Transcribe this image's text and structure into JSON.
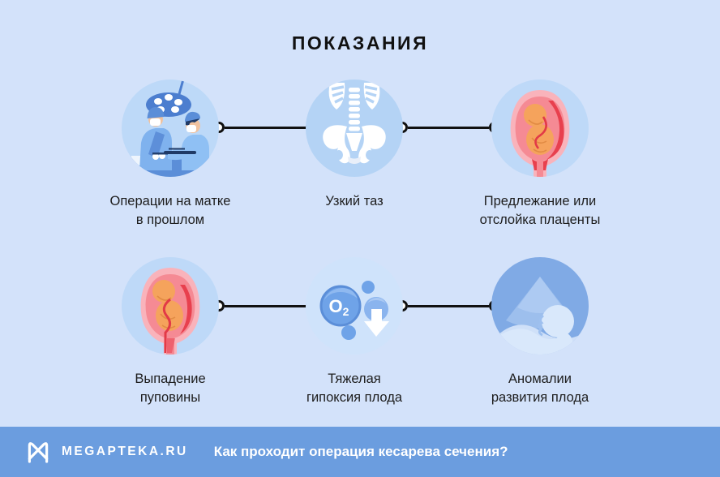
{
  "title": "ПОКАЗАНИЯ",
  "cards": [
    {
      "icon": "surgeons-operation-icon",
      "lines": [
        "Операции на матке",
        "в прошлом"
      ]
    },
    {
      "icon": "narrow-pelvis-icon",
      "lines": [
        "Узкий таз"
      ]
    },
    {
      "icon": "placenta-previa-icon",
      "lines": [
        "Предлежание или",
        "отслойка плаценты"
      ]
    },
    {
      "icon": "cord-prolapse-icon",
      "lines": [
        "Выпадение",
        "пуповины"
      ]
    },
    {
      "icon": "fetal-hypoxia-icon",
      "lines": [
        "Тяжелая",
        "гипоксия плода"
      ],
      "icon_text": {
        "main": "O",
        "sub": "2"
      }
    },
    {
      "icon": "fetal-anomaly-ultrasound-icon",
      "lines": [
        "Аномалии",
        "развития плода"
      ]
    }
  ],
  "footer": {
    "brand": "MEGAPTEKA.RU",
    "question": "Как проходит операция кесарева сечения?"
  },
  "colors": {
    "background": "#d3e2fa",
    "footer": "#6b9ddf",
    "circle-light": "#bdd9f8",
    "circle-pale": "#cfe3fb",
    "circle-dark": "#80aae5",
    "connector": "#111111",
    "accent-blue": "#5b8ed8",
    "uterus-pink": "#f9b3bb",
    "placenta-red": "#e8404e",
    "fetus-orange": "#f5a35c",
    "text": "#1d1d1d"
  }
}
